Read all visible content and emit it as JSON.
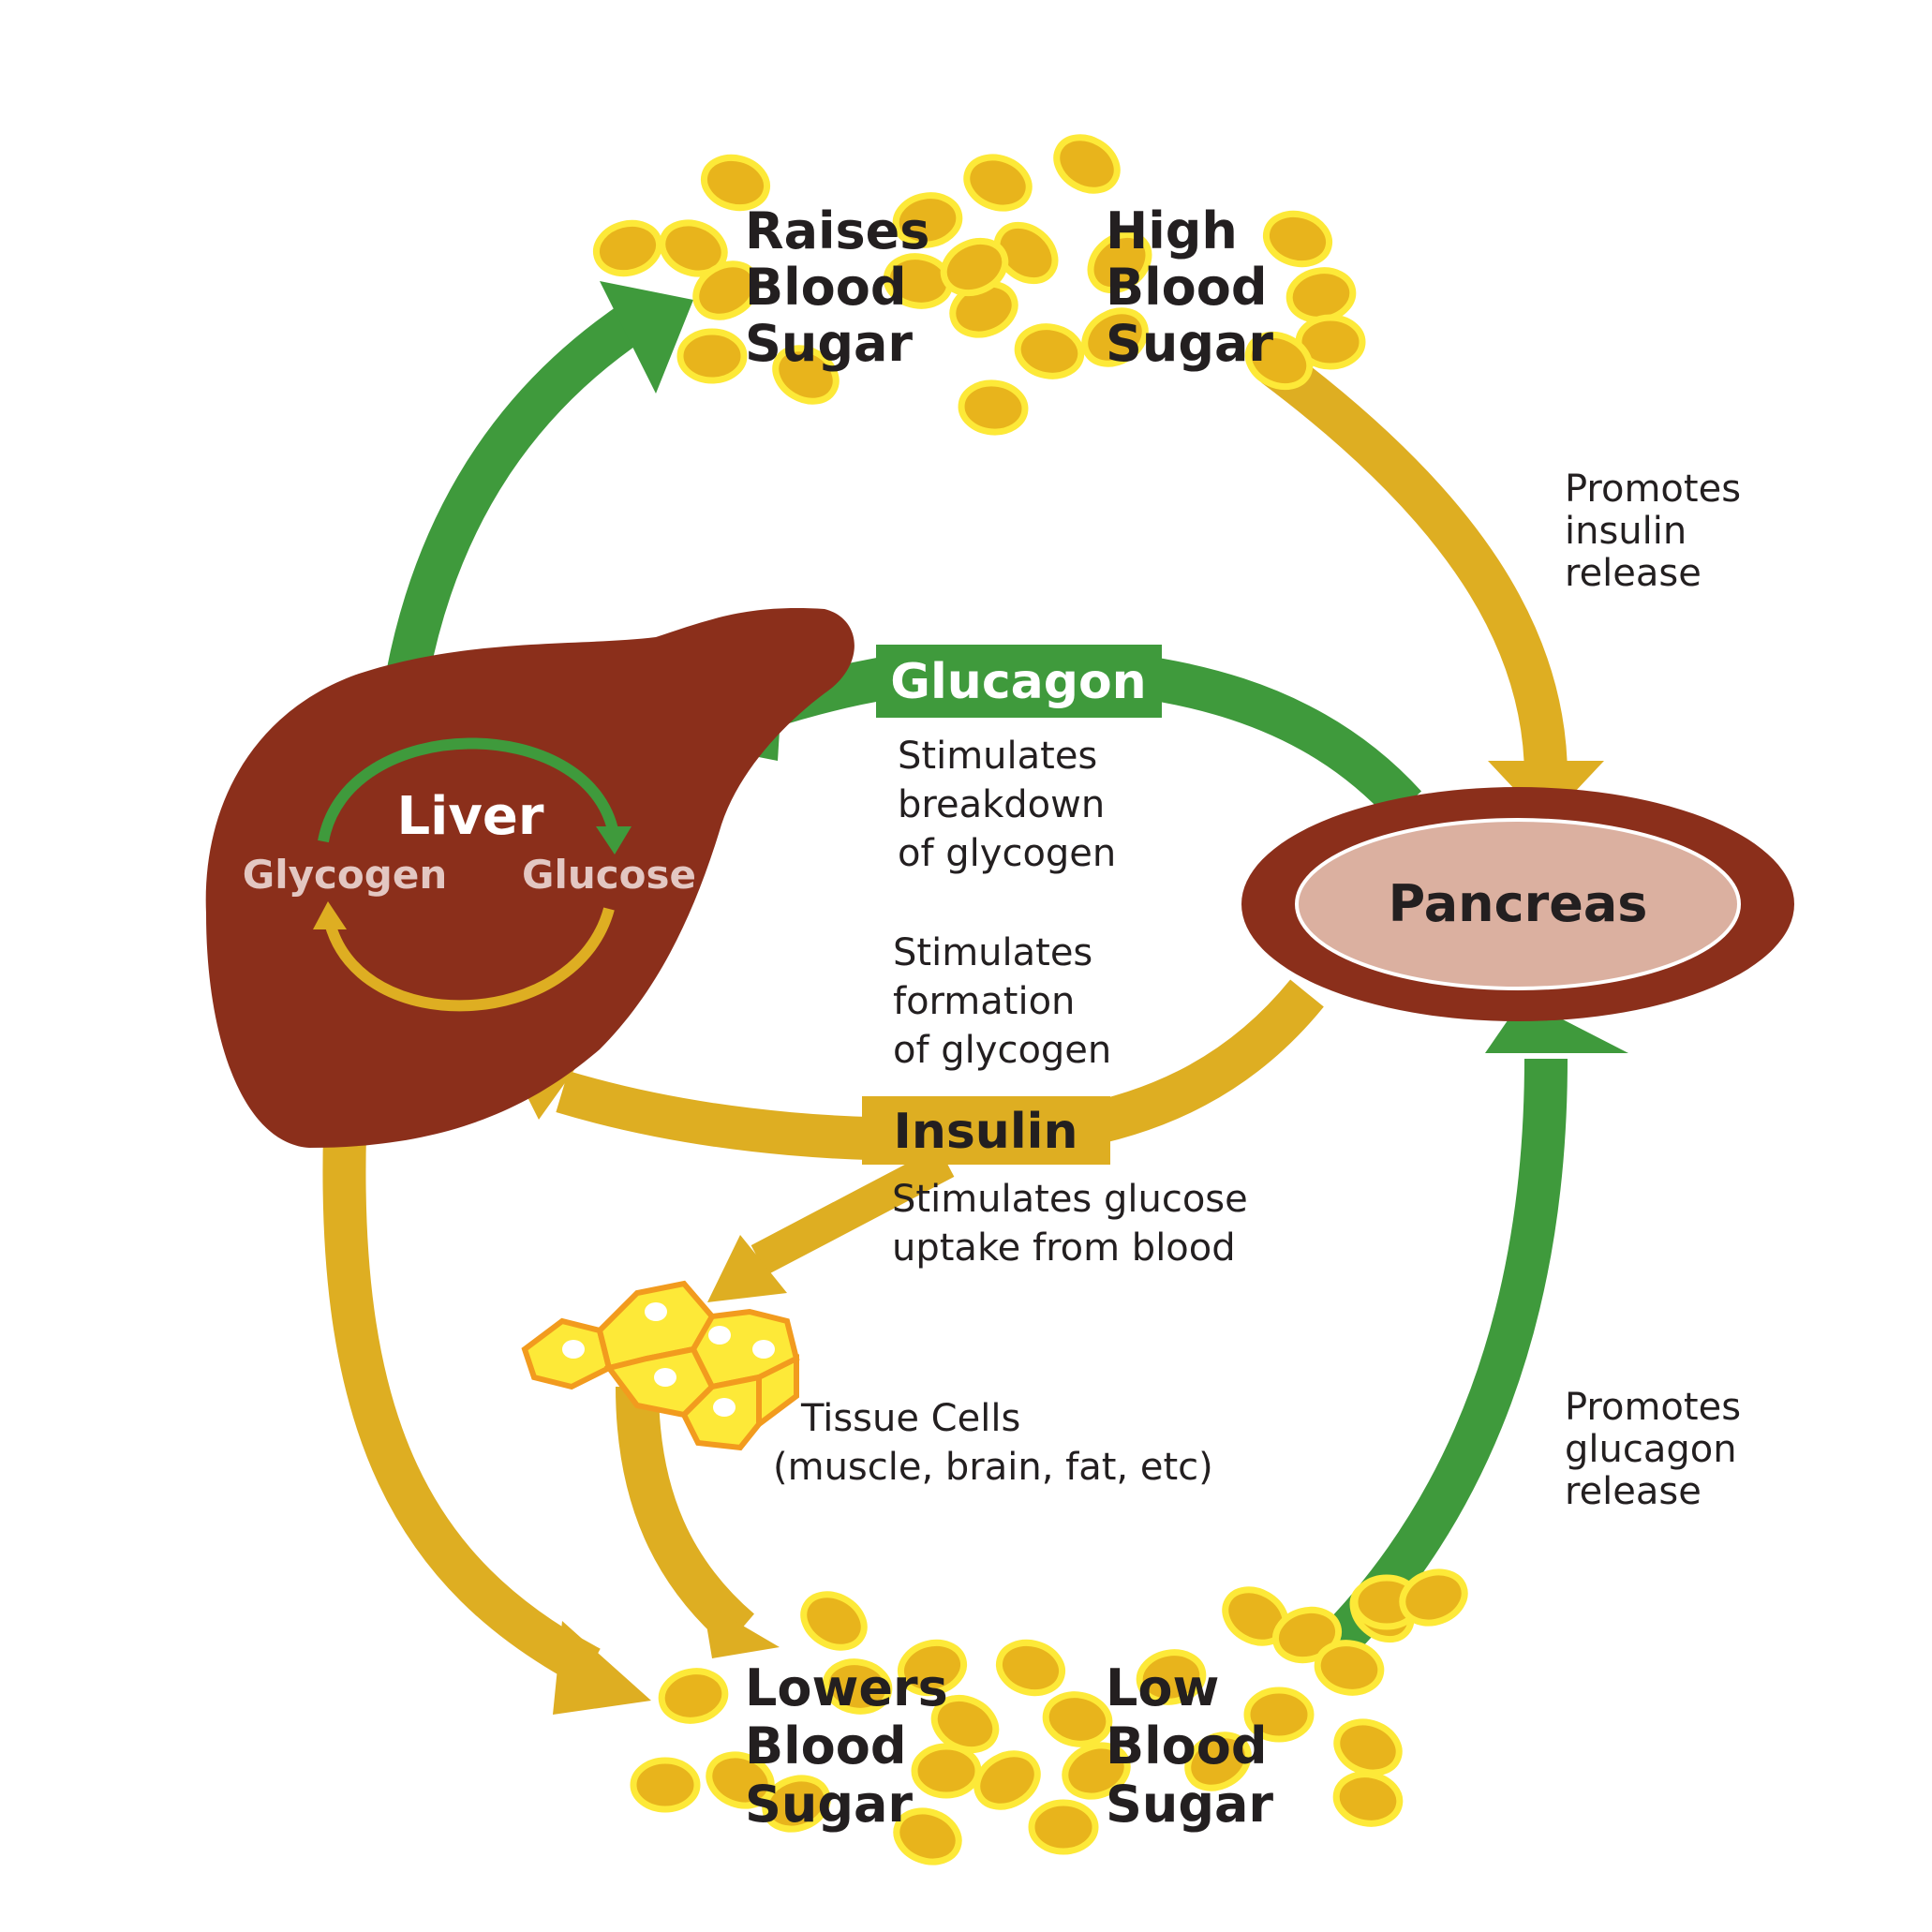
{
  "colors": {
    "green": "#3f9a3c",
    "gold": "#deae22",
    "liver": "#8b2f1b",
    "pancreas_inner": "#dbb0a0",
    "sugar_fill": "#e8b41c",
    "sugar_ring": "#fde938",
    "cell_fill": "#fde938",
    "cell_outline": "#f29b1e",
    "text": "#231f20"
  },
  "top_left_label": [
    "Raises",
    "Blood",
    "Sugar"
  ],
  "top_right_label": [
    "High",
    "Blood",
    "Sugar"
  ],
  "bottom_left_label": [
    "Lowers",
    "Blood",
    "Sugar"
  ],
  "bottom_right_label": [
    "Low",
    "Blood",
    "Sugar"
  ],
  "promotes_insulin": [
    "Promotes",
    "insulin",
    "release"
  ],
  "promotes_glucagon": [
    "Promotes",
    "glucagon",
    "release"
  ],
  "glucagon_tag": "Glucagon",
  "insulin_tag": "Insulin",
  "glucagon_desc": [
    "Stimulates",
    "breakdown",
    "of glycogen"
  ],
  "insulin_desc": [
    "Stimulates",
    "formation",
    "of glycogen"
  ],
  "uptake_desc": [
    "Stimulates glucose",
    "uptake from blood"
  ],
  "tissue_label": [
    "Tissue Cells",
    "(muscle, brain, fat, etc)"
  ],
  "liver": {
    "title": "Liver",
    "glycogen": "Glycogen",
    "glucose": "Glucose"
  },
  "pancreas": "Pancreas",
  "icons": [
    "glucose-molecule-icon",
    "tissue-cells-icon",
    "liver-organ-icon",
    "pancreas-organ-icon"
  ]
}
